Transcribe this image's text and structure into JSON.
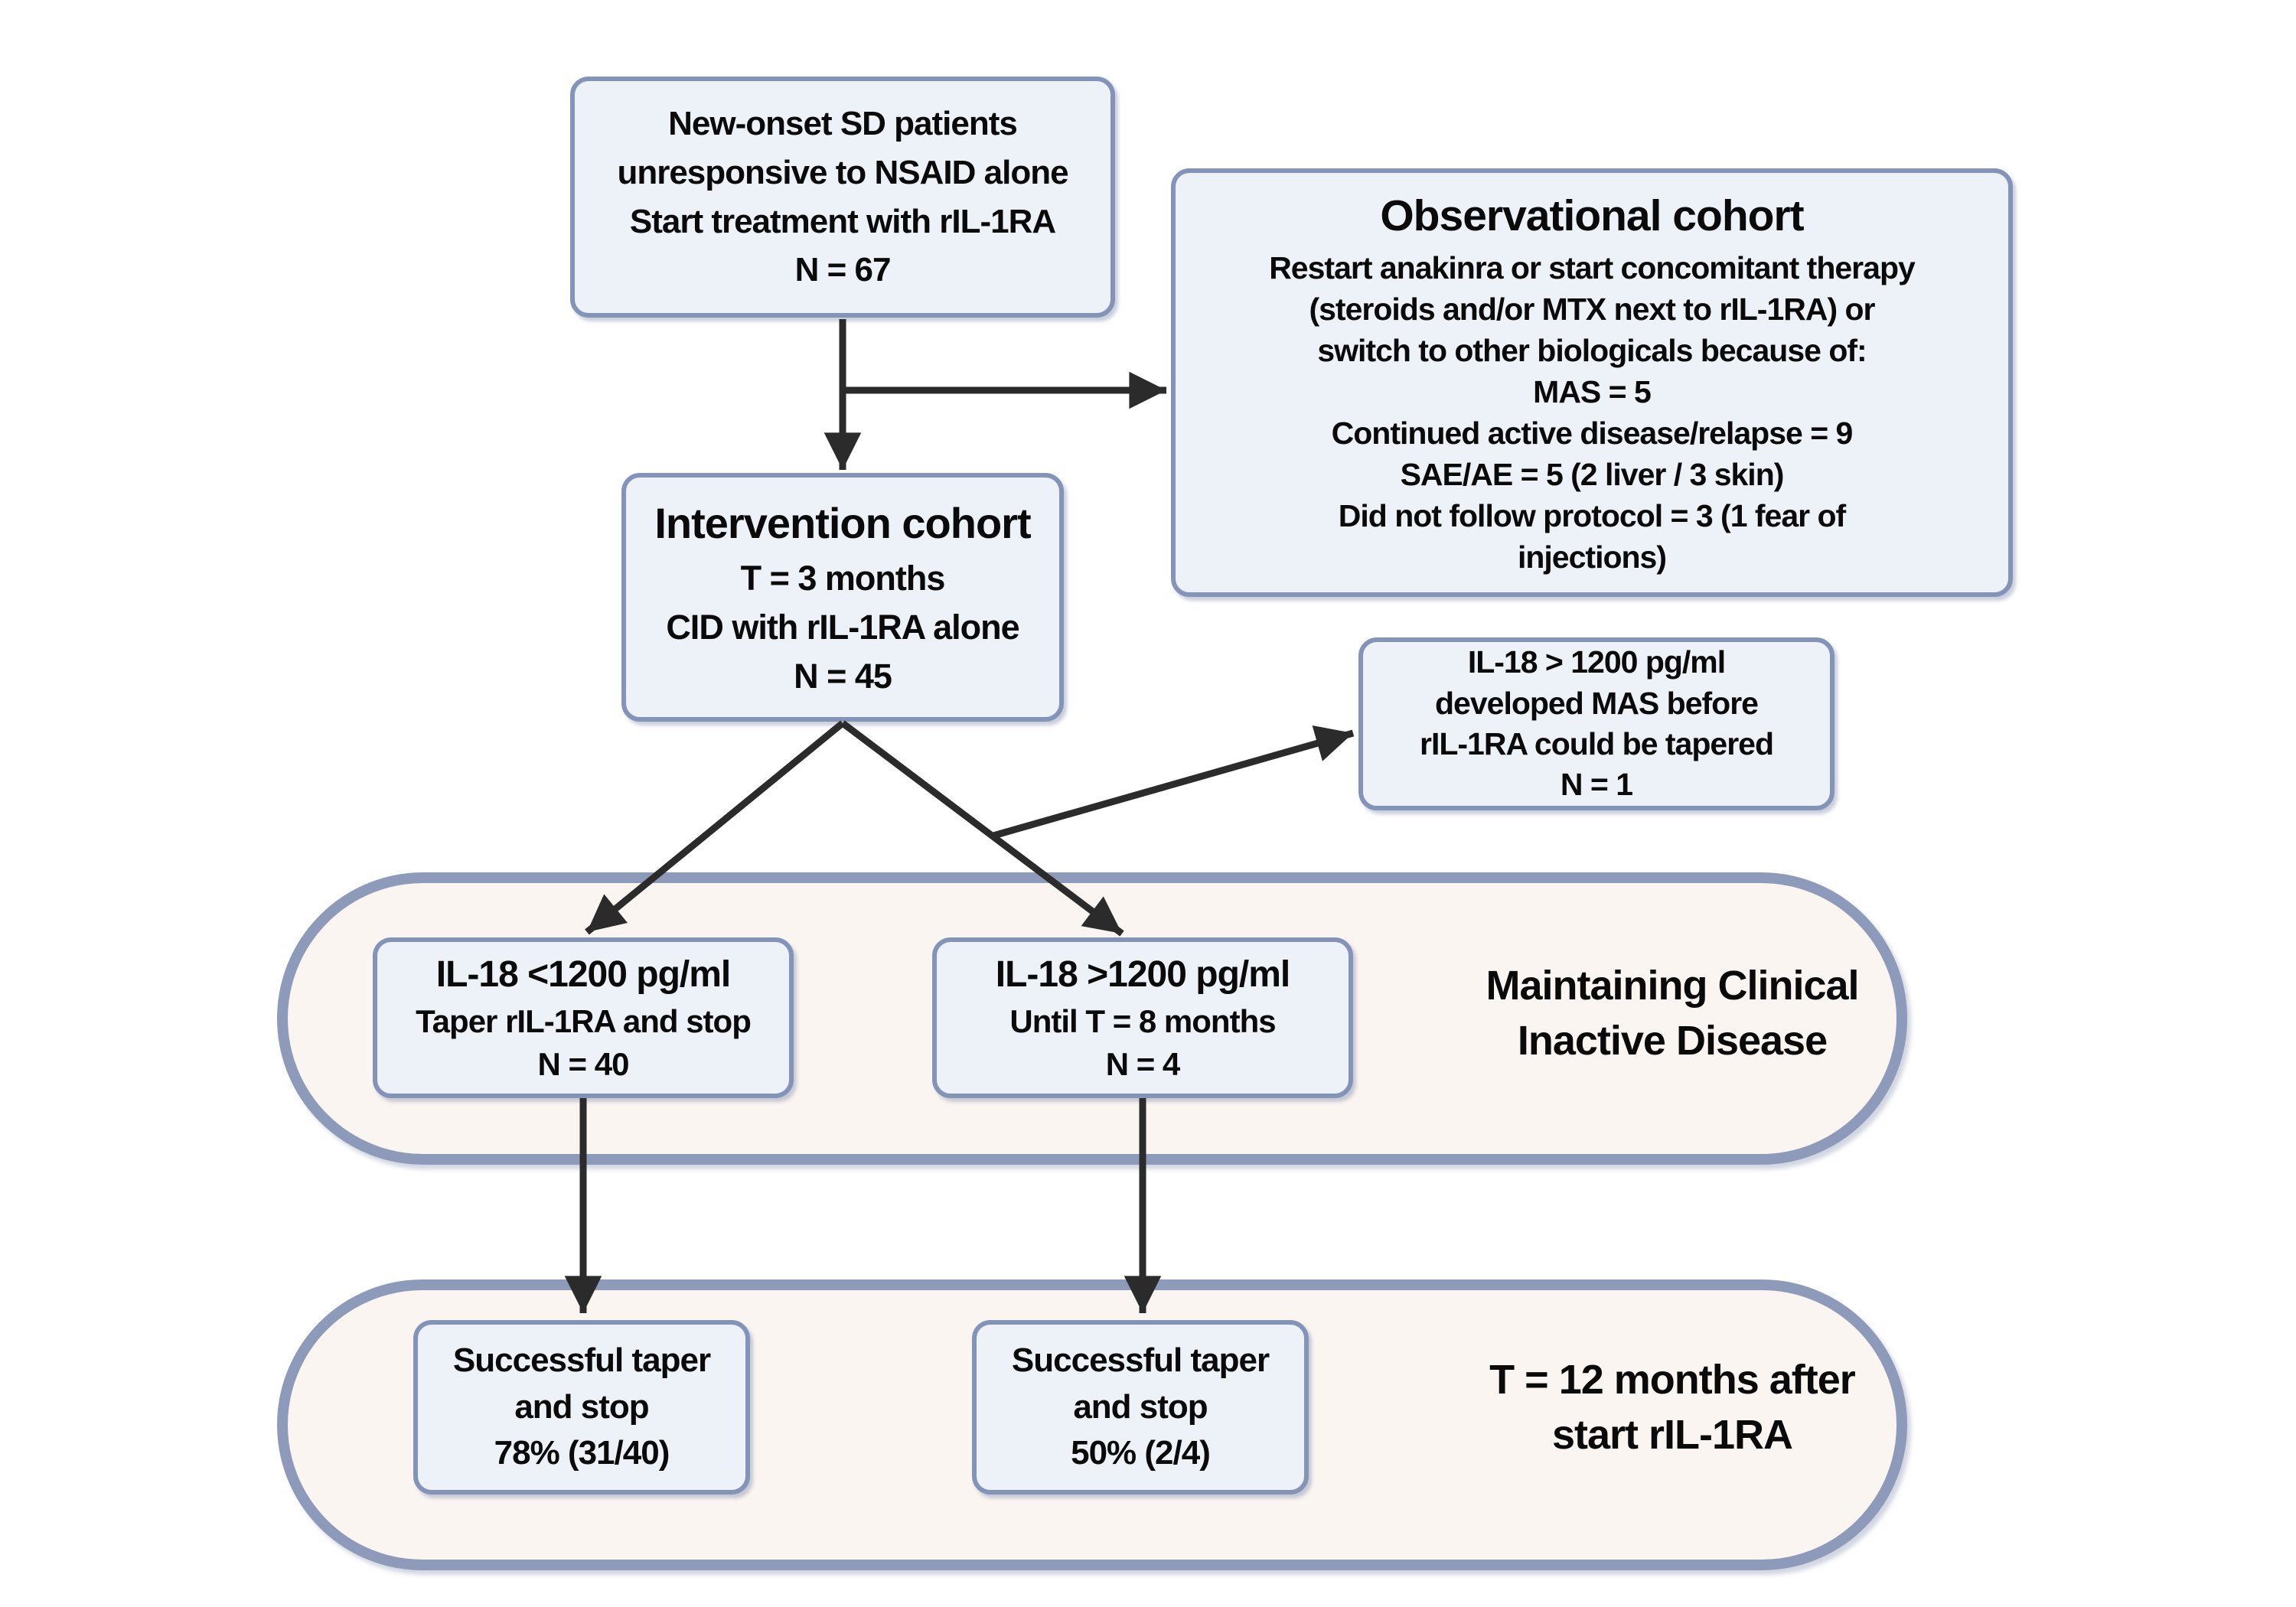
{
  "colors": {
    "background": "#ffffff",
    "box_fill": "#edf1f8",
    "box_border": "#8494b8",
    "container_fill": "#fbf5f1",
    "container_border": "#8d9aba",
    "arrow": "#2b2b2b",
    "text": "#0a0a0a"
  },
  "boxes": {
    "new_onset": {
      "lines": [
        "New-onset SD patients",
        "unresponsive to NSAID alone",
        "Start treatment with rIL-1RA",
        "N = 67"
      ]
    },
    "observational": {
      "title": "Observational cohort",
      "lines": [
        "Restart anakinra or start concomitant therapy",
        "(steroids and/or MTX next to rIL-1RA) or",
        "switch to other biologicals because of:",
        "MAS = 5",
        "Continued active disease/relapse = 9",
        "SAE/AE = 5 (2 liver / 3 skin)",
        "Did not follow protocol = 3 (1 fear of",
        "injections)"
      ]
    },
    "intervention": {
      "title": "Intervention cohort",
      "lines": [
        "T = 3 months",
        "CID with rIL-1RA alone",
        "N = 45"
      ]
    },
    "mas_before_taper": {
      "lines": [
        "IL-18 > 1200 pg/ml",
        "developed MAS before",
        "rIL-1RA could be tapered",
        "N = 1"
      ]
    },
    "il18_low": {
      "title": "IL-18 <1200 pg/ml",
      "lines": [
        "Taper rIL-1RA and stop",
        "N = 40"
      ]
    },
    "il18_high": {
      "title": "IL-18 >1200 pg/ml",
      "lines": [
        "Until T = 8 months",
        "N = 4"
      ]
    },
    "taper_success_low": {
      "lines": [
        "Successful taper",
        "and stop",
        "78% (31/40)"
      ]
    },
    "taper_success_high": {
      "lines": [
        "Successful taper",
        "and stop",
        "50% (2/4)"
      ]
    }
  },
  "side_labels": {
    "maintaining_cid": {
      "lines": [
        "Maintaining Clinical",
        "Inactive Disease"
      ]
    },
    "t12_months": {
      "lines": [
        "T = 12 months after",
        "start rIL-1RA"
      ]
    }
  }
}
